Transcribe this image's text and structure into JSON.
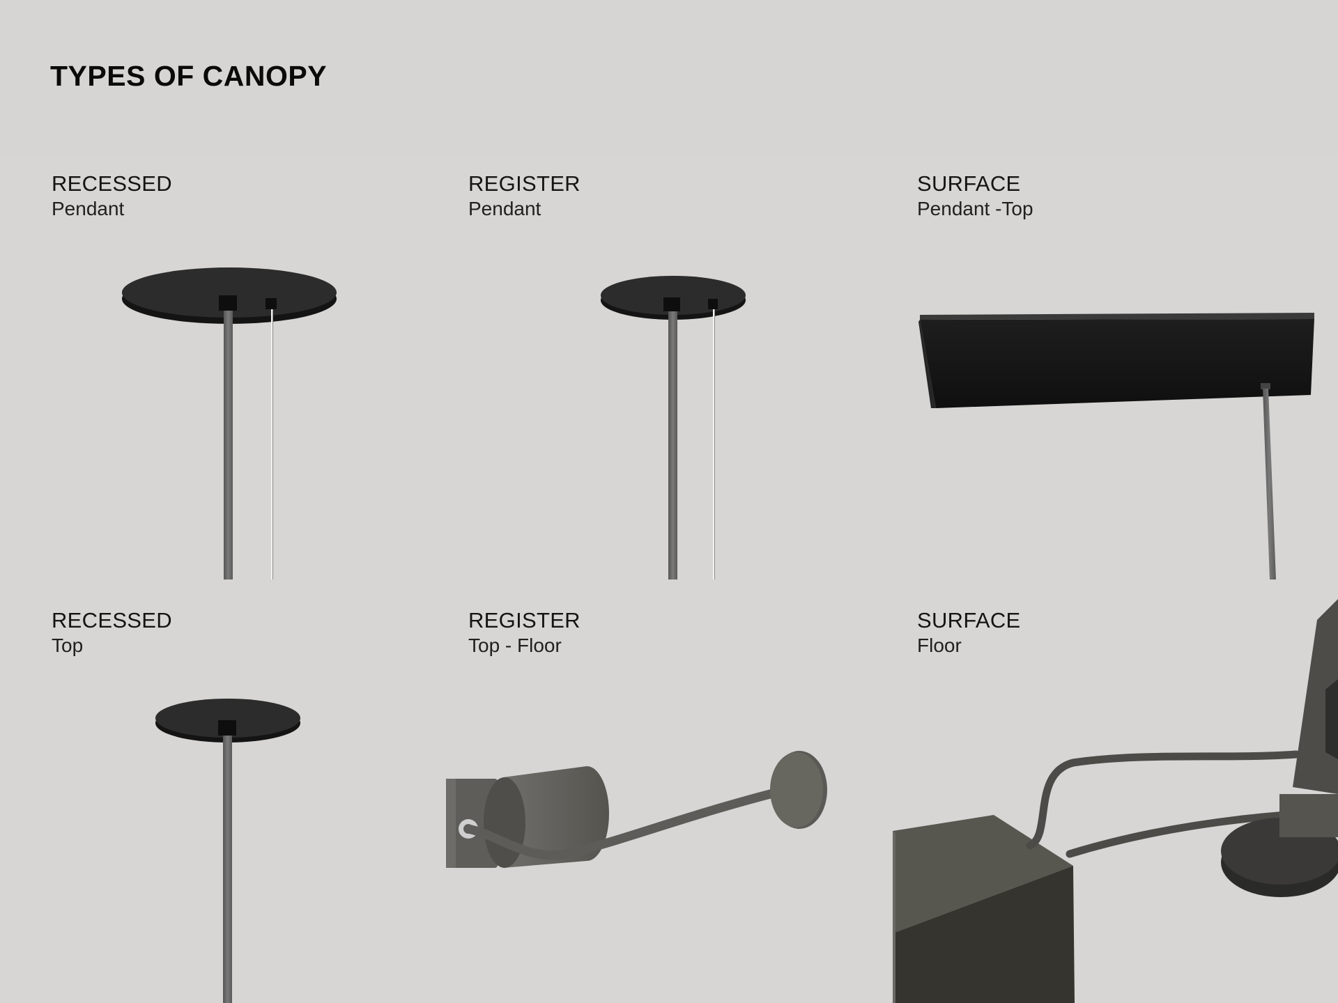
{
  "page": {
    "title": "TYPES OF CANOPY"
  },
  "canopies": [
    {
      "type": "RECESSED",
      "mount": "Pendant"
    },
    {
      "type": "REGISTER",
      "mount": "Pendant"
    },
    {
      "type": "SURFACE",
      "mount": "Pendant -Top"
    },
    {
      "type": "RECESSED",
      "mount": "Top"
    },
    {
      "type": "REGISTER",
      "mount": "Top - Floor"
    },
    {
      "type": "SURFACE",
      "mount": "Floor"
    }
  ],
  "colors": {
    "background": "#d7d6d4",
    "canopy_black": "#2b2b2b",
    "rod_grey": "#6c6c6c",
    "fixture_grey": "#5c5b58"
  }
}
